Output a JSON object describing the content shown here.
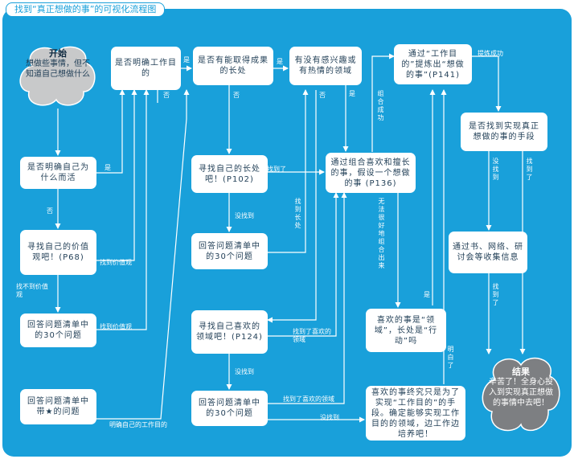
{
  "title": "找到“真正想做的事”的可视化流程图",
  "colors": {
    "background": "#19a0da",
    "box": "#ffffff",
    "cloud_start": "#c8c9ca",
    "cloud_end": "#7d7f82",
    "text": "#1f3d55"
  },
  "start": {
    "heading": "开始",
    "text": "想做些事情，但不知道自己想做什么"
  },
  "result": {
    "heading": "结果",
    "text": "辛苦了！全身心投入到实现真正想做的事情中去吧！"
  },
  "boxes": {
    "b1": "是否明确自己为什么而活",
    "b2": "寻找自己的价值观吧！(P68)",
    "b3": "回答问题清单中的30个问题",
    "b4": "回答问题清单中带★的问题",
    "b5": "是否明确工作目的",
    "b6": "是否有能取得成果的长处",
    "b7": "寻找自己的长处吧！(P102)",
    "b8": "回答问题清单中的30个问题",
    "b9": "寻找自己喜欢的领域吧！(P124)",
    "b10": "回答问题清单中的30个问题",
    "b11": "有没有感兴趣或有热情的领域",
    "b12": "通过组合喜欢和擅长的事，假设一个想做的事 (P136)",
    "b13": "喜欢的事是“领域”，长处是“行动”吗",
    "b14": "喜欢的事终究只是为了实现“工作目的”的手段。确定能够实现工作目的的领域，边工作边培养吧！",
    "b15": "通过“工作目的”提炼出“想做的事”(P141)",
    "b16": "是否找到实现真正想做的事的手段",
    "b17": "通过书、网络、研讨会等收集信息"
  },
  "labels": {
    "l_shi1": "是",
    "l_fou1": "否",
    "l_zhaobudao": "找不到价值观",
    "l_zhaodao_jiazhi1": "找到价值观",
    "l_zhaodao_jiazhi2": "找到价值观",
    "l_shi2": "是",
    "l_fou2": "否",
    "l_fou3": "否",
    "l_shi3": "是",
    "l_meizhaodao1": "没找到",
    "l_zhaodaole": "找到了",
    "l_zhaodao_changchu": "找到长处",
    "l_fou4": "否",
    "l_shi4": "是",
    "l_zhaodao_xihuan1": "找到了喜欢的领域",
    "l_meizhaodao2": "没找到",
    "l_zhaodao_xihuan2": "找到了喜欢的领域",
    "l_meizhaodao3": "没找到",
    "l_mingque": "明确自己的工作目的",
    "l_zuhe": "组合成功",
    "l_wufa": "无法很好地组合出来",
    "l_shi5": "是",
    "l_mingbai": "明白了",
    "l_tilian": "提炼成功",
    "l_meizhaodao4": "没找到",
    "l_zhaodaole2": "找到了",
    "l_zhaodaole3": "找到了"
  }
}
